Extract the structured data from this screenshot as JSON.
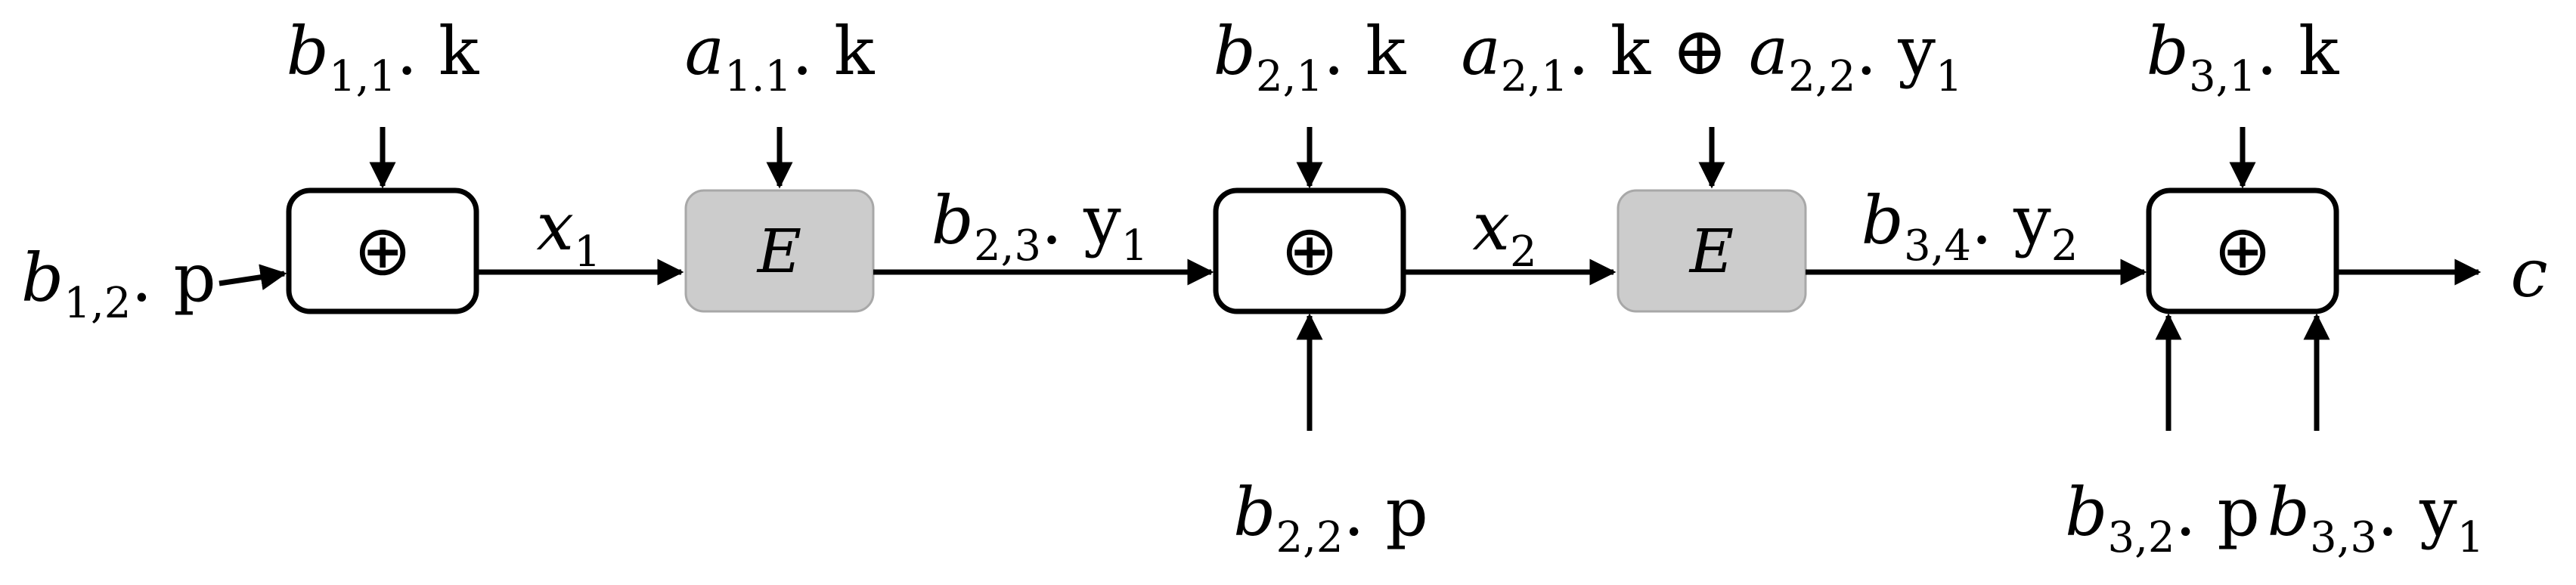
{
  "nodes": [
    {
      "id": "xor1",
      "type": "xor",
      "symbol": "⊕"
    },
    {
      "id": "enc1",
      "type": "encrypt",
      "label": "E"
    },
    {
      "id": "xor2",
      "type": "xor",
      "symbol": "⊕"
    },
    {
      "id": "enc2",
      "type": "encrypt",
      "label": "E"
    },
    {
      "id": "xor3",
      "type": "xor",
      "symbol": "⊕"
    }
  ],
  "labels": {
    "b11": {
      "base": "b",
      "sub": "1,1",
      "rest": ". k"
    },
    "b12": {
      "base": "b",
      "sub": "1,2",
      "rest": ". p"
    },
    "x1": {
      "base": "x",
      "sub": "1",
      "rest": ""
    },
    "a11": {
      "base": "a",
      "sub": "1.1",
      "rest": ". k"
    },
    "b23": {
      "base": "b",
      "sub": "2,3",
      "rest": ". y",
      "sub2": "1"
    },
    "b21": {
      "base": "b",
      "sub": "2,1",
      "rest": ". k"
    },
    "b22": {
      "base": "b",
      "sub": "2,2",
      "rest": ". p"
    },
    "x2": {
      "base": "x",
      "sub": "2",
      "rest": ""
    },
    "a21": {
      "base": "a",
      "sub": "2,1",
      "rest": ". k ⊕ ",
      "base2": "a",
      "sub2": "2,2",
      "rest2": ". y",
      "sub3": "1"
    },
    "b34": {
      "base": "b",
      "sub": "3,4",
      "rest": ". y",
      "sub2": "2"
    },
    "b31": {
      "base": "b",
      "sub": "3,1",
      "rest": ". k"
    },
    "b32": {
      "base": "b",
      "sub": "3,2",
      "rest": ". p"
    },
    "b33": {
      "base": "b",
      "sub": "3,3",
      "rest": ". y",
      "sub2": "1"
    },
    "c": {
      "base": "c"
    }
  }
}
